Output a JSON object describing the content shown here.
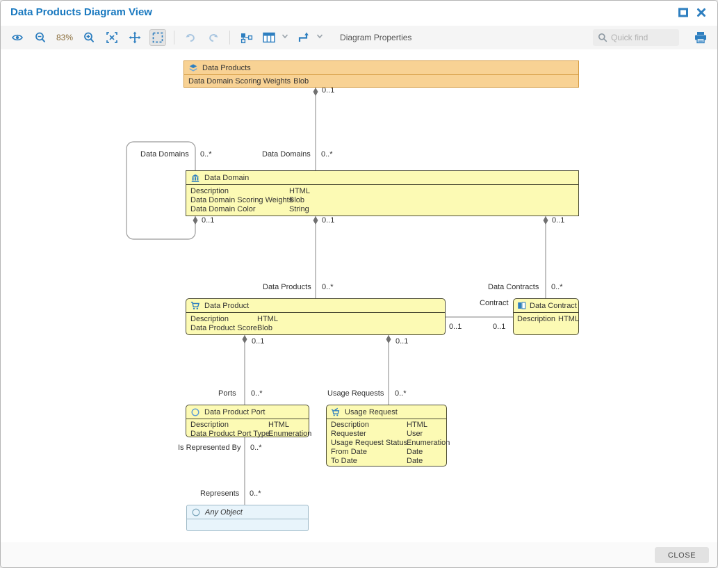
{
  "window": {
    "title": "Data Products Diagram View"
  },
  "toolbar": {
    "zoom_level": "83%",
    "properties_label": "Diagram Properties",
    "quick_find_placeholder": "Quick find"
  },
  "footer": {
    "close_label": "CLOSE"
  },
  "colors": {
    "title_blue": "#1878bf",
    "icon_blue": "#2e7fc0",
    "orange_fill": "#f8d294",
    "orange_border": "#d49a3f",
    "yellow_fill": "#fcfab4",
    "yellow_border": "#4c4c34",
    "anyobject_fill": "#e8f4fb",
    "anyobject_border": "#9cb8c6",
    "line_gray": "#9a9a9a"
  },
  "entities": {
    "data_products": {
      "title": "Data Products",
      "icon": "layers-icon",
      "attributes": [
        {
          "name": "Data Domain Scoring Weights",
          "type": "Blob"
        }
      ]
    },
    "data_domain": {
      "title": "Data Domain",
      "icon": "building-icon",
      "attributes": [
        {
          "name": "Description",
          "type": "HTML"
        },
        {
          "name": "Data Domain Scoring Weights",
          "type": "Blob"
        },
        {
          "name": "Data Domain Color",
          "type": "String"
        }
      ]
    },
    "data_product": {
      "title": "Data Product",
      "icon": "cart-icon",
      "attributes": [
        {
          "name": "Description",
          "type": "HTML"
        },
        {
          "name": "Data Product Score",
          "type": "Blob"
        }
      ]
    },
    "data_contract": {
      "title": "Data Contract",
      "icon": "book-icon",
      "attributes": [
        {
          "name": "Description",
          "type": "HTML"
        }
      ]
    },
    "data_product_port": {
      "title": "Data Product Port",
      "icon": "circle-icon",
      "attributes": [
        {
          "name": "Description",
          "type": "HTML"
        },
        {
          "name": "Data Product Port Type",
          "type": "Enumeration"
        }
      ]
    },
    "usage_request": {
      "title": "Usage Request",
      "icon": "cart-check-icon",
      "attributes": [
        {
          "name": "Description",
          "type": "HTML"
        },
        {
          "name": "Requester",
          "type": "User"
        },
        {
          "name": "Usage Request Status",
          "type": "Enumeration"
        },
        {
          "name": "From Date",
          "type": "Date"
        },
        {
          "name": "To Date",
          "type": "Date"
        }
      ]
    },
    "any_object": {
      "title": "Any Object",
      "icon": "circle-icon",
      "attributes": []
    }
  },
  "connector_labels": {
    "products_agg_mult": "0..1",
    "loop_box_role": "Data Domains",
    "loop_top_mult": "0..*",
    "parent_role": "Data Domains",
    "parent_mult": "0..*",
    "loop_end_mult": "0..1",
    "domain_product_agg_mult": "0..1",
    "domain_contract_agg_mult": "0..1",
    "data_products_role": "Data Products",
    "data_products_mult": "0..*",
    "data_contracts_role": "Data Contracts",
    "data_contracts_mult": "0..*",
    "contract_role": "Contract",
    "contract_mult_left": "0..1",
    "contract_mult_right": "0..1",
    "product_port_agg_mult": "0..1",
    "product_usage_agg_mult": "0..1",
    "ports_role": "Ports",
    "ports_mult": "0..*",
    "usage_role": "Usage Requests",
    "usage_mult": "0..*",
    "is_represented_by_role": "Is Represented By",
    "is_represented_by_mult": "0..*",
    "represents_role": "Represents",
    "represents_mult": "0..*"
  }
}
